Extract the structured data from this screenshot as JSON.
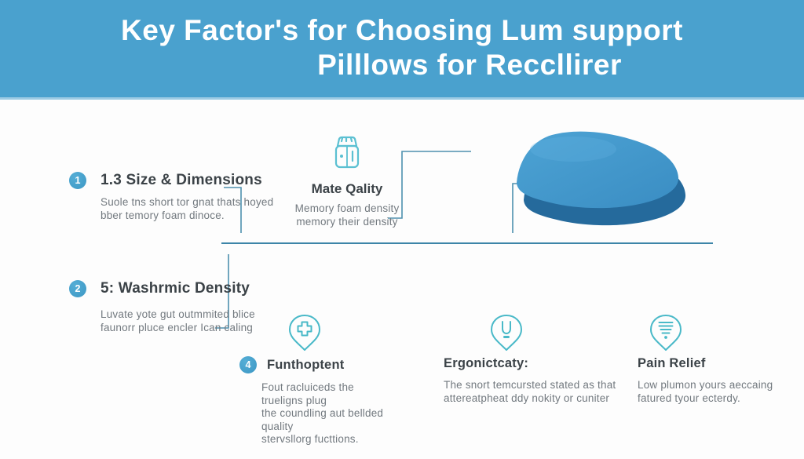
{
  "header": {
    "title_line1": "Key Factor's for Choosing Lum support",
    "title_line2": "Pilllows for Reccllirer"
  },
  "factors": {
    "size": {
      "number": "1",
      "title": "1.3 Size & Dimensions",
      "line1": "Suole tns short tor gnat thats hoyed",
      "line2": "bber temory foam dinoce."
    },
    "material": {
      "icon": "jar-icon",
      "title": "Mate Qality",
      "line1": "Memory foam density",
      "line2": "memory their density"
    },
    "density": {
      "number": "2",
      "title": "5: Washrmic Density",
      "line1": "Luvate yote gut outmmited blice",
      "line2": "faunorr pluce encler Ican caling"
    },
    "support": {
      "number": "4",
      "icon": "pin-cross-icon",
      "title": "Funthoptent",
      "line1": "Fout racluiceds the trueligns plug",
      "line2": "the coundling aut bellded quality",
      "line3": "stervsllorg fucttions."
    },
    "ergonomics": {
      "icon": "pin-u-icon",
      "title": "Ergonictcaty:",
      "line1": "The snort temcursted stated as that",
      "line2": "attereatpheat ddy nokity or cuniter"
    },
    "pain_relief": {
      "icon": "pin-lines-icon",
      "title": "Pain Relief",
      "line1": "Low plumon yours aeccaing",
      "line2": "fatured tyour ecterdy."
    }
  },
  "illustration": {
    "name": "lumbar-pillow",
    "color_top": "#3E93C8",
    "color_side": "#256A9C"
  },
  "colors": {
    "header_background": "#4AA1CE",
    "header_edge": "#9CCBE4",
    "number_circle": "#3C97C4",
    "icon_stroke": "#5BC0D2",
    "connector_line": "#4E90AE",
    "heading_text": "#3B4247",
    "body_text": "#72797F"
  }
}
